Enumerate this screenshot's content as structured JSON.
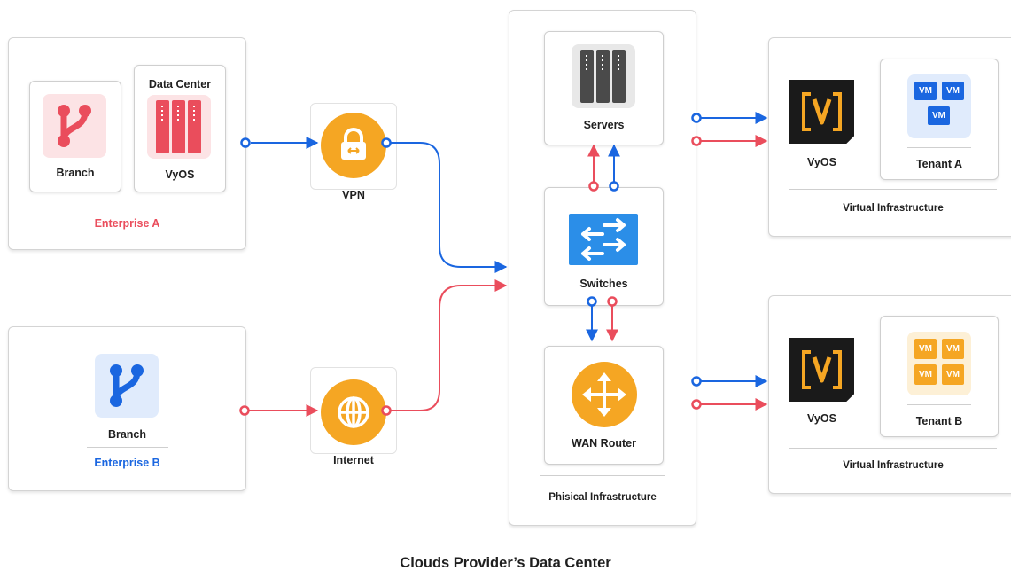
{
  "enterprise_a": {
    "title": "Enterprise A",
    "branch_label": "Branch",
    "datacenter_heading": "Data Center",
    "vyos_label": "VyOS"
  },
  "enterprise_b": {
    "title": "Enterprise B",
    "branch_label": "Branch"
  },
  "vpn": {
    "label": "VPN"
  },
  "internet": {
    "label": "Internet"
  },
  "physical": {
    "title": "Phisical Infrastructure",
    "servers_label": "Servers",
    "switches_label": "Switches",
    "router_label": "WAN Router"
  },
  "virtual_a": {
    "title": "Virtual Infrastructure",
    "vyos_label": "VyOS",
    "tenant_label": "Tenant A",
    "vm_labels": [
      "VM",
      "VM",
      "VM"
    ]
  },
  "virtual_b": {
    "title": "Virtual Infrastructure",
    "vyos_label": "VyOS",
    "tenant_label": "Tenant B",
    "vm_labels": [
      "VM",
      "VM",
      "VM",
      "VM"
    ]
  },
  "footer": {
    "title": "Clouds Provider’s Data Center"
  },
  "colors": {
    "blue": "#1a66e0",
    "red": "#ea4d5c",
    "orange": "#f5a623",
    "vyos_logo_bg": "#1a1a1a",
    "vyos_logo_fg": "#f5a623"
  }
}
